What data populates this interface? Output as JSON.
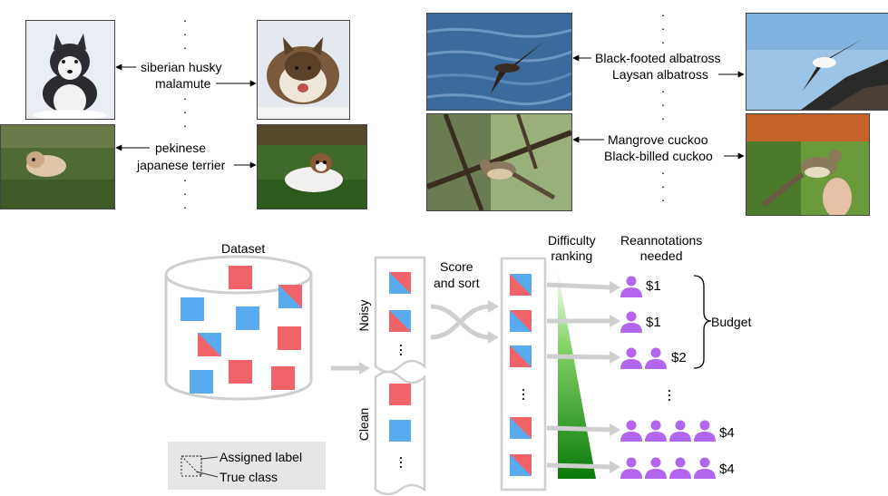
{
  "dog_pairs": {
    "pair1": {
      "label_a": "siberian husky",
      "label_b": "malamute"
    },
    "pair2": {
      "label_a": "pekinese",
      "label_b": "japanese terrier"
    }
  },
  "bird_pairs": {
    "pair1": {
      "label_a": "Black-footed albatross",
      "label_b": "Laysan albatross"
    },
    "pair2": {
      "label_a": "Mangrove cuckoo",
      "label_b": "Black-billed cuckoo"
    }
  },
  "pipeline": {
    "dataset_label": "Dataset",
    "noisy_label": "Noisy",
    "clean_label": "Clean",
    "score_sort_line1": "Score",
    "score_sort_line2": "and sort",
    "difficulty_line1": "Difficulty",
    "difficulty_line2": "ranking",
    "reannotations_line1": "Reannotations",
    "reannotations_line2": "needed",
    "budget_label": "Budget",
    "legend": {
      "assigned": "Assigned label",
      "true_class": "True class"
    },
    "costs": [
      {
        "price": "$1",
        "people": 1
      },
      {
        "price": "$1",
        "people": 1
      },
      {
        "price": "$2",
        "people": 2
      },
      {
        "price": "$4",
        "people": 4
      },
      {
        "price": "$4",
        "people": 4
      }
    ],
    "colors": {
      "red": "#f06469",
      "blue": "#5aaaf0",
      "purple": "#b266f0",
      "gray": "#cfcfcf",
      "green_dark": "#0a7a0a",
      "green_light": "#ffffff"
    }
  }
}
